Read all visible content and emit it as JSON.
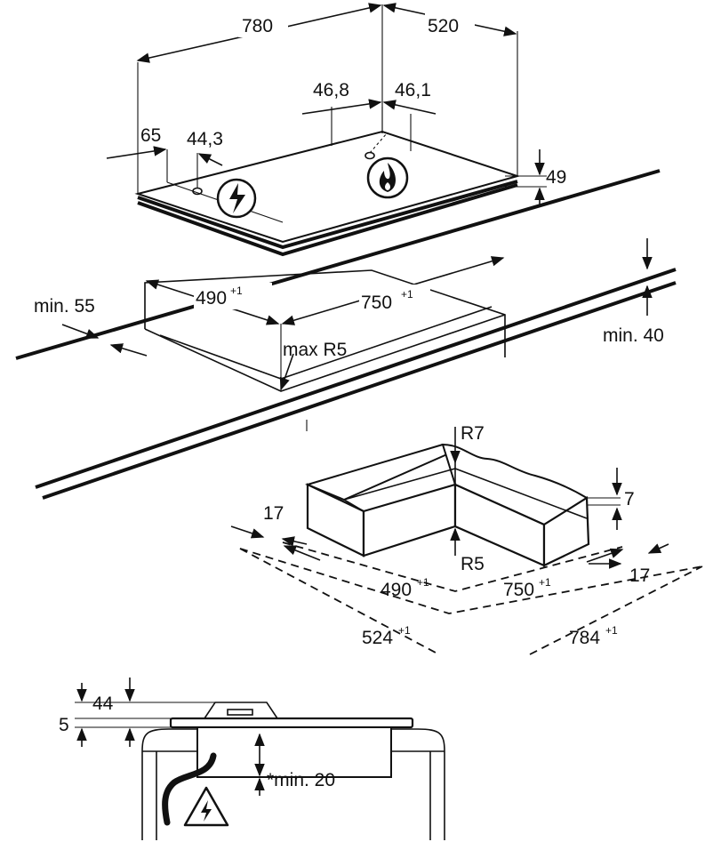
{
  "hob_top": {
    "width": "780",
    "depth": "520",
    "left_offset": "65",
    "left_knob_offset": "44,3",
    "burner_offset_left": "46,8",
    "burner_offset_right": "46,1",
    "height": "49",
    "icons": [
      "electric-lightning-icon",
      "gas-flame-icon"
    ]
  },
  "cutout": {
    "depth": "490",
    "width": "750",
    "tolerance": "+1",
    "front_clearance": "min. 55",
    "back_clearance": "min. 40",
    "corner_radius": "max R5"
  },
  "frame_detail": {
    "outer_radius": "R7",
    "inner_radius": "R5",
    "step_height": "7",
    "left_margin": "17",
    "right_margin": "17",
    "inner_depth": "490",
    "inner_width": "750",
    "outer_depth": "524",
    "outer_width": "784",
    "tolerance": "+1"
  },
  "side_section": {
    "total_height": "44",
    "plate_height": "5",
    "clearance": "*min. 20",
    "icons": [
      "electric-warning-icon"
    ]
  },
  "colors": {
    "line": "#111111",
    "background": "#ffffff"
  }
}
